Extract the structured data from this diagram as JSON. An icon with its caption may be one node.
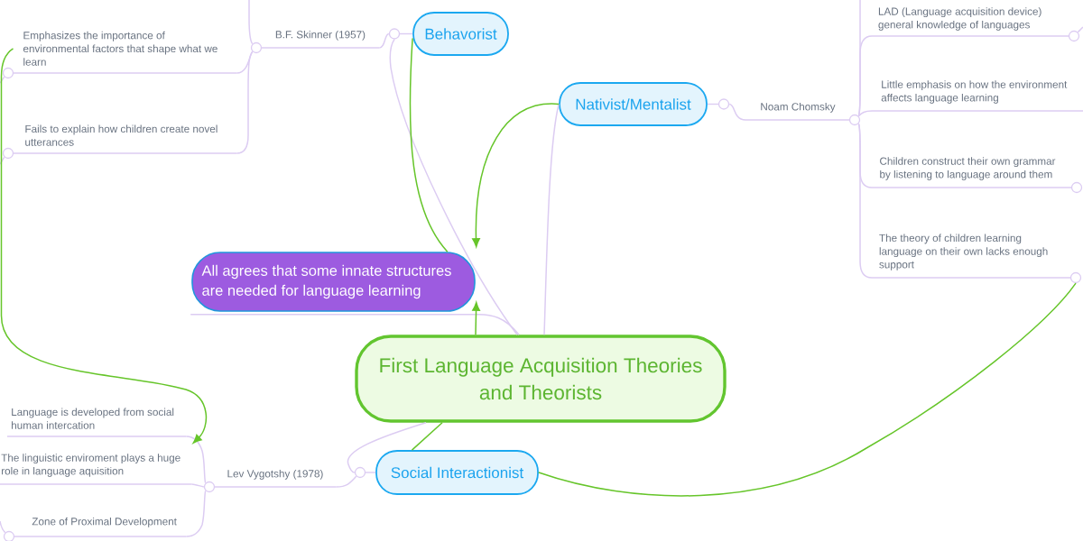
{
  "diagram": {
    "nodes": [
      {
        "text": [
          "First Language Acquisition Theories and Theorists"
        ]
      },
      {
        "text": [
          "Behavorist"
        ]
      },
      {
        "text": [
          "B.F. Skinner (1957)"
        ]
      },
      {
        "text": [
          "Emphasizes the importance of environmental factors that shape what we learn"
        ]
      },
      {
        "text": [
          "Fails to explain how children create novel utterances"
        ]
      },
      {
        "text": [
          "Nativist/Mentalist"
        ]
      },
      {
        "text": [
          "Noam Chomsky"
        ]
      },
      {
        "text": [
          "LAD (Language acquisition device) general knowledge of languages"
        ]
      },
      {
        "text": [
          "Little emphasis on how the environment affects language learning"
        ]
      },
      {
        "text": [
          "Children construct their own grammar by listening to language around them"
        ]
      },
      {
        "text": [
          "The theory of children learning language on their own lacks enough support"
        ]
      },
      {
        "text": [
          "All agrees that some innate structures are needed for language learning"
        ]
      },
      {
        "text": [
          "Social Interactionist"
        ]
      },
      {
        "text": [
          "Lev Vygotshy (1978)"
        ]
      },
      {
        "text": [
          "Language is developed from social human intercation"
        ]
      },
      {
        "text": [
          "The linguistic enviroment plays a huge role in language aquisition"
        ]
      },
      {
        "text": [
          "Zone of Proximal Development"
        ]
      }
    ],
    "edges": [
      {
        "from": 0,
        "to": 1,
        "arrow": "none"
      },
      {
        "from": 1,
        "to": 2,
        "arrow": "none"
      },
      {
        "from": 2,
        "to": 3,
        "arrow": "none"
      },
      {
        "from": 2,
        "to": 4,
        "arrow": "none"
      },
      {
        "from": 2,
        "to": null,
        "arrow": "none"
      },
      {
        "from": 3,
        "to": null,
        "arrow": "none"
      },
      {
        "from": 4,
        "to": null,
        "arrow": "none"
      },
      {
        "from": 0,
        "to": 5,
        "arrow": "none"
      },
      {
        "from": 5,
        "to": 6,
        "arrow": "none"
      },
      {
        "from": 6,
        "to": 7,
        "arrow": "none"
      },
      {
        "from": 6,
        "to": 8,
        "arrow": "none"
      },
      {
        "from": 6,
        "to": 9,
        "arrow": "none"
      },
      {
        "from": 6,
        "to": 10,
        "arrow": "none"
      },
      {
        "from": 6,
        "to": null,
        "arrow": "none"
      },
      {
        "from": 7,
        "to": null,
        "arrow": "none"
      },
      {
        "from": 0,
        "to": 11,
        "arrow": "none"
      },
      {
        "from": 0,
        "to": 12,
        "arrow": "none"
      },
      {
        "from": 12,
        "to": 13,
        "arrow": "none"
      },
      {
        "from": 13,
        "to": 14,
        "arrow": "none"
      },
      {
        "from": 13,
        "to": 15,
        "arrow": "none"
      },
      {
        "from": 13,
        "to": 16,
        "arrow": "none"
      },
      {
        "from": 16,
        "to": null,
        "arrow": "none"
      },
      {
        "from": 5,
        "to": 11,
        "arrow": "to",
        "color": "#66c52a"
      },
      {
        "from": 0,
        "to": 11,
        "arrow": "to",
        "color": "#66c52a"
      },
      {
        "from": 1,
        "to": 11,
        "arrow": "none",
        "color": "#66c52a"
      },
      {
        "from": 3,
        "to": 15,
        "arrow": "to",
        "color": "#66c52a"
      },
      {
        "from": 12,
        "to": 0,
        "arrow": "none",
        "color": "#66c52a"
      },
      {
        "from": 12,
        "to": 10,
        "arrow": "none",
        "color": "#66c52a"
      }
    ]
  }
}
